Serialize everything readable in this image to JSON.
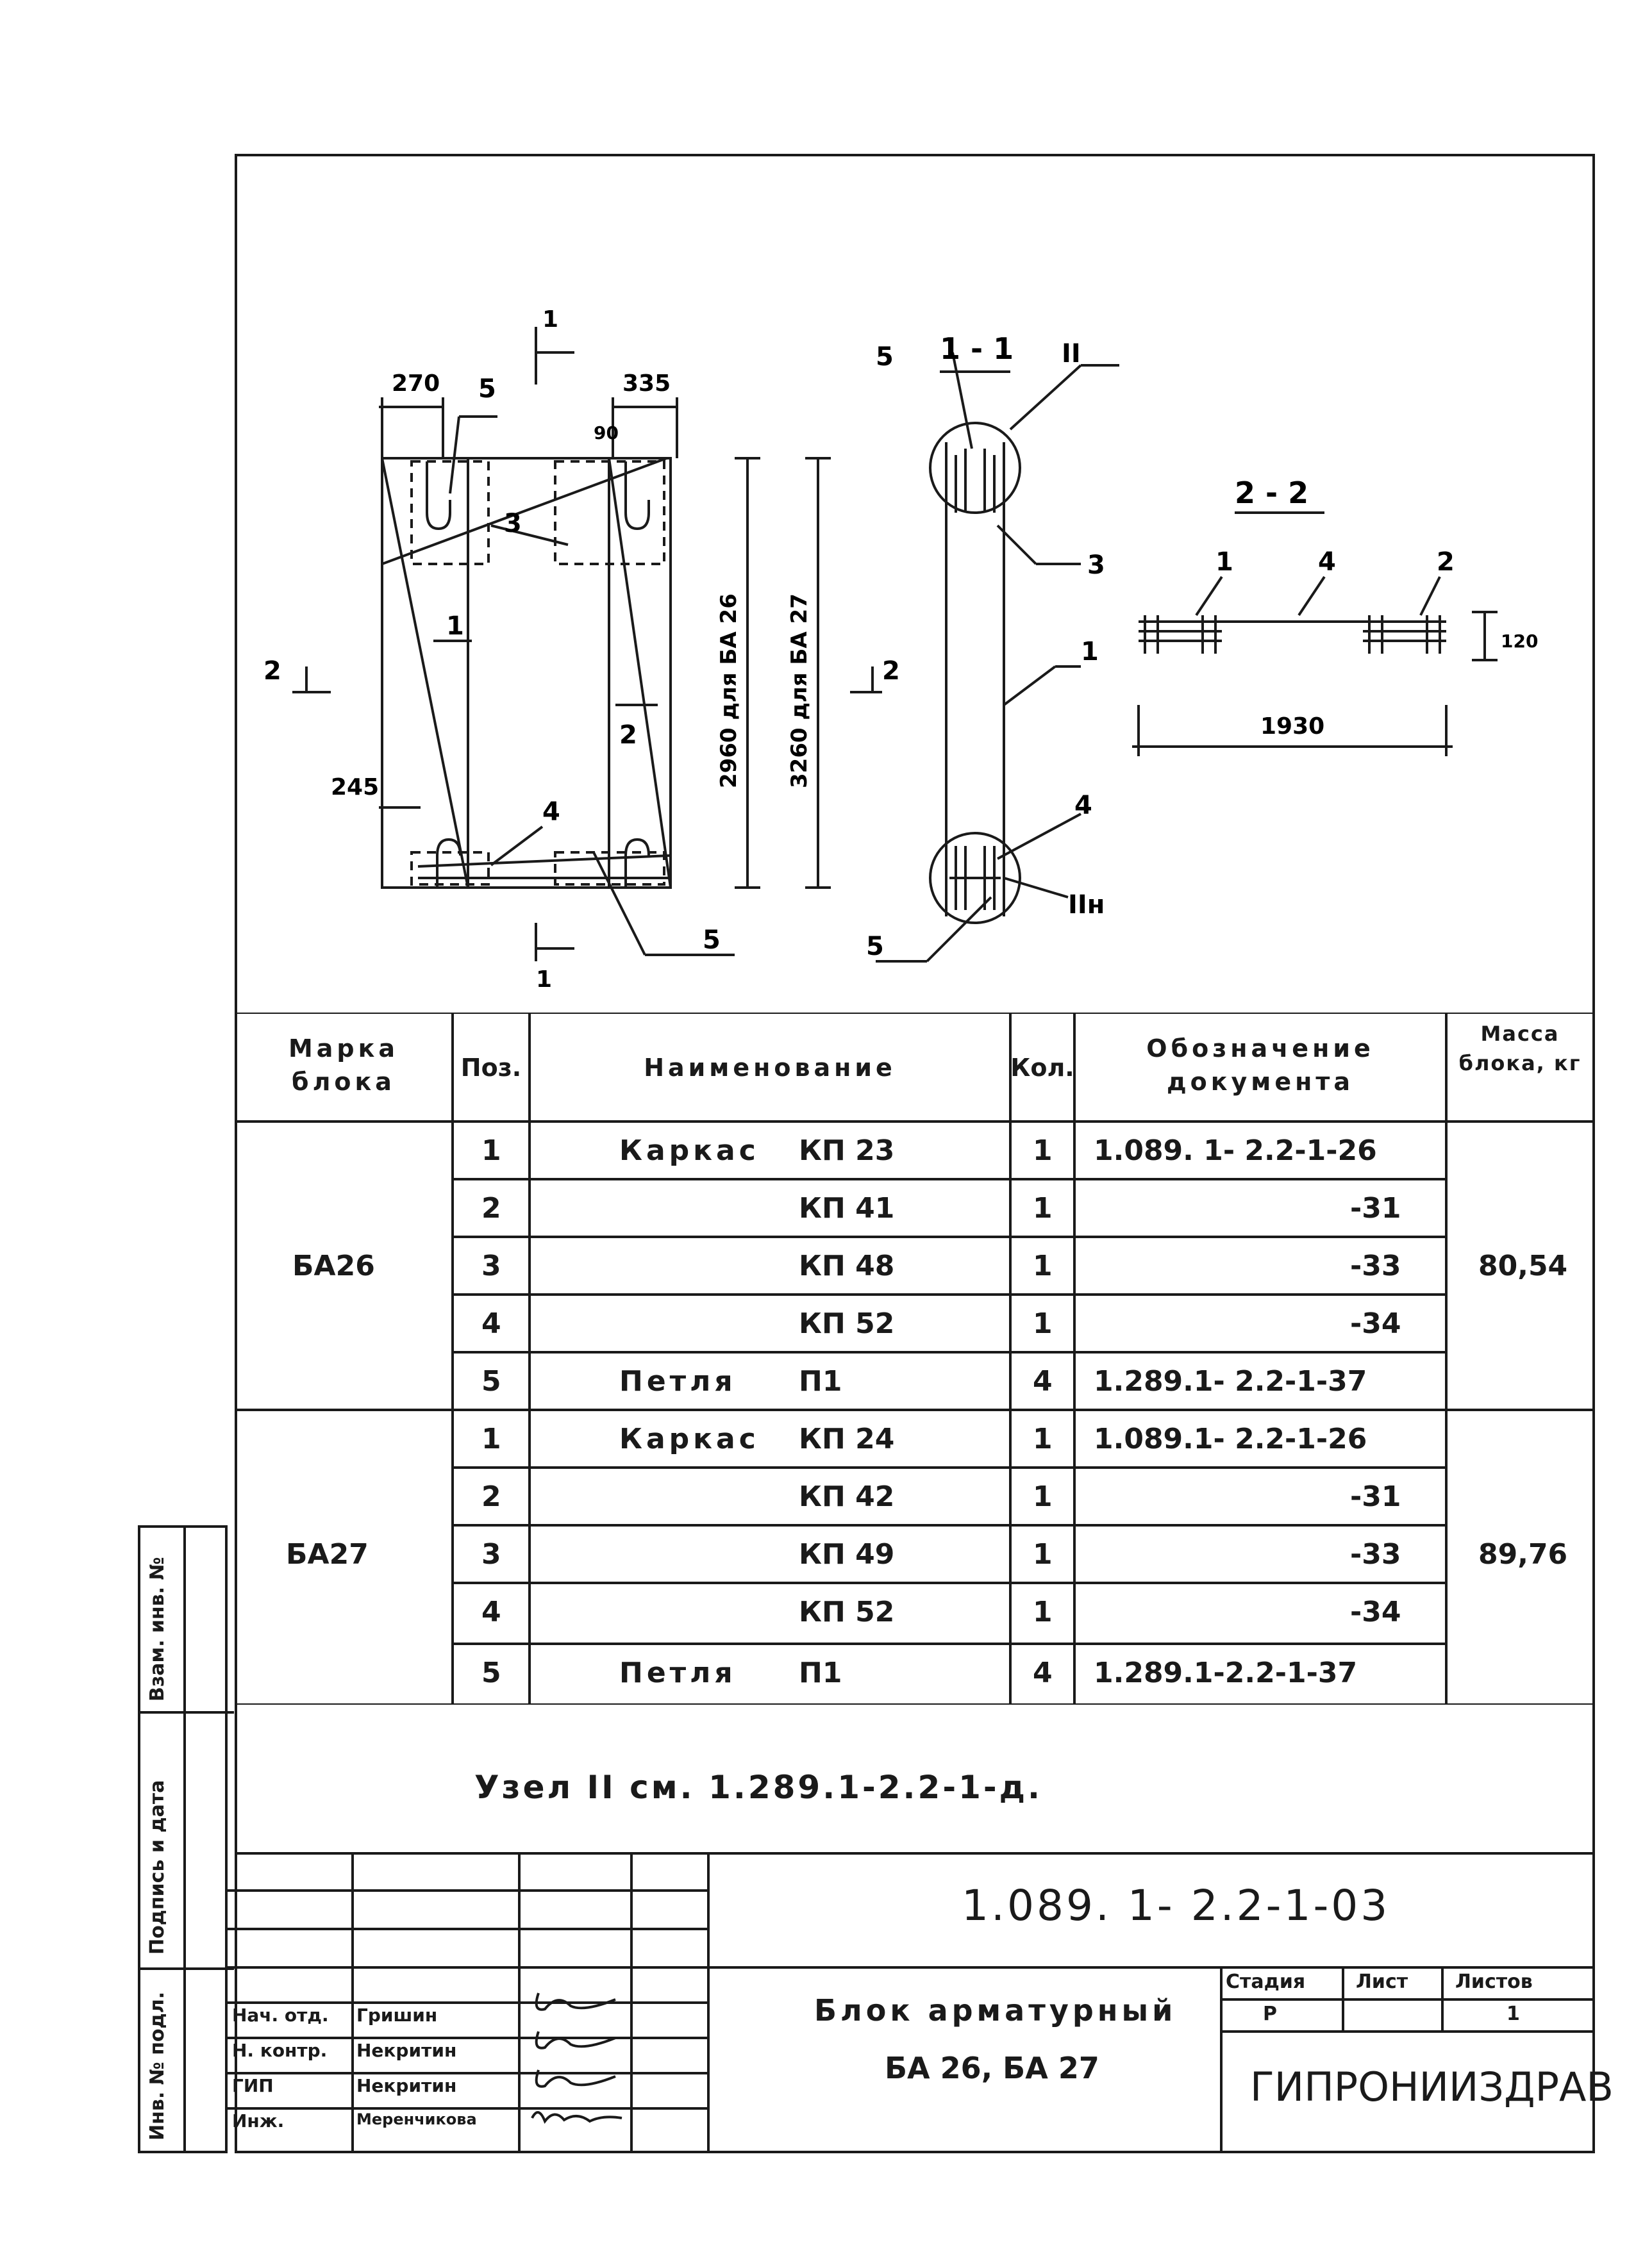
{
  "drawing": {
    "dims": {
      "d270": "270",
      "d335": "335",
      "d90": "90",
      "d245": "245",
      "d1930": "1930",
      "d120": "120",
      "h2960": "2960 для БА 26",
      "h3260": "3260 для БА 27"
    },
    "labels": {
      "n1": "1",
      "n2": "2",
      "n3": "3",
      "n4": "4",
      "n5": "5",
      "section11": "1 - 1",
      "section22": "2 - 2",
      "node2": "II",
      "node2n": "IIн"
    }
  },
  "table": {
    "headers": {
      "mark": "Марка блока",
      "pos": "Поз.",
      "name": "Наименование",
      "qty": "Кол.",
      "doc": "Обозначение документа",
      "mass": "Масса блока, кг"
    },
    "groups": [
      {
        "mark": "БА26",
        "mass": "80,54",
        "rows": [
          {
            "pos": "1",
            "name_a": "Каркас",
            "name_b": "КП 23",
            "qty": "1",
            "doc": "1.089. 1- 2.2-1-26"
          },
          {
            "pos": "2",
            "name_a": "",
            "name_b": "КП 41",
            "qty": "1",
            "doc": "-31"
          },
          {
            "pos": "3",
            "name_a": "",
            "name_b": "КП 48",
            "qty": "1",
            "doc": "-33"
          },
          {
            "pos": "4",
            "name_a": "",
            "name_b": "КП 52",
            "qty": "1",
            "doc": "-34"
          },
          {
            "pos": "5",
            "name_a": "Петля",
            "name_b": "П1",
            "qty": "4",
            "doc": "1.289.1- 2.2-1-37"
          }
        ]
      },
      {
        "mark": "БА27",
        "mass": "89,76",
        "rows": [
          {
            "pos": "1",
            "name_a": "Каркас",
            "name_b": "КП 24",
            "qty": "1",
            "doc": "1.089.1- 2.2-1-26"
          },
          {
            "pos": "2",
            "name_a": "",
            "name_b": "КП 42",
            "qty": "1",
            "doc": "-31"
          },
          {
            "pos": "3",
            "name_a": "",
            "name_b": "КП 49",
            "qty": "1",
            "doc": "-33"
          },
          {
            "pos": "4",
            "name_a": "",
            "name_b": "КП 52",
            "qty": "1",
            "doc": "-34"
          },
          {
            "pos": "5",
            "name_a": "Петля",
            "name_b": "П1",
            "qty": "4",
            "doc": "1.289.1-2.2-1-37"
          }
        ]
      }
    ]
  },
  "note": "Узел II см. 1.289.1-2.2-1-д.",
  "side_stamps": {
    "vzam": "Взам. инв. №",
    "podpis": "Подпись и дата",
    "inv": "Инв. № подл."
  },
  "title_block": {
    "code": "1.089. 1- 2.2-1-03",
    "title_line1": "Блок арматурный",
    "title_line2": "БА 26,  БА 27",
    "stage_h": "Стадия",
    "sheet_h": "Лист",
    "sheets_h": "Листов",
    "stage": "Р",
    "sheet": "",
    "sheets": "1",
    "org": "ГИПРОНИИЗДРАВ",
    "signers": [
      {
        "role": "Нач. отд.",
        "name": "Гришин"
      },
      {
        "role": "Н. контр.",
        "name": "Некритин"
      },
      {
        "role": "ГИП",
        "name": "Некритин"
      },
      {
        "role": "Инж.",
        "name": "Меренчикова"
      }
    ]
  }
}
